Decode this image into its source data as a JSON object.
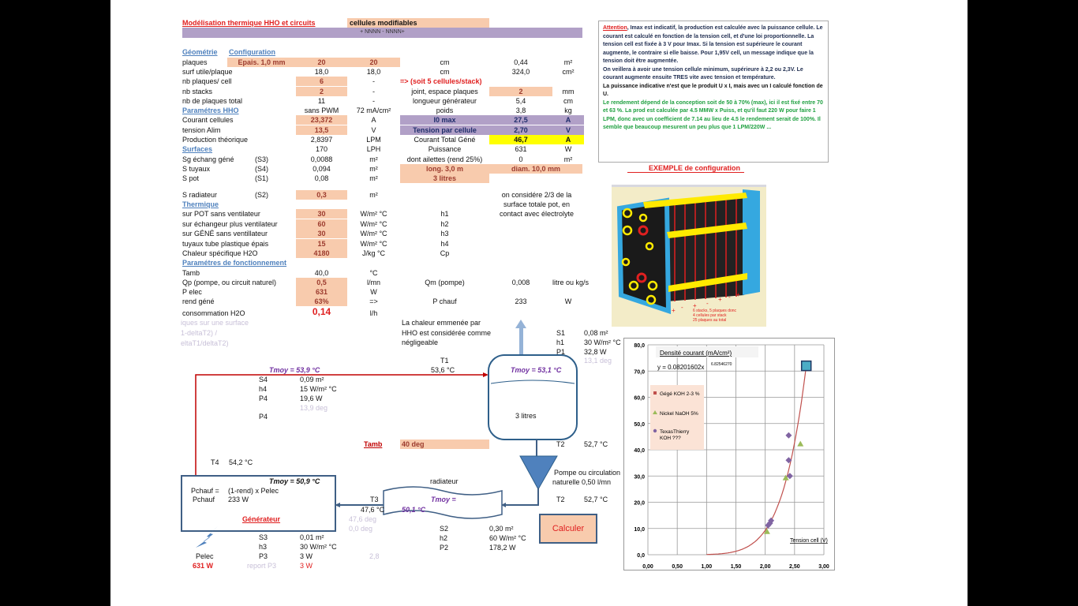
{
  "header": {
    "title": "Modélisation thermique HHO et circuits",
    "modifiable": "cellules modifiables",
    "bar": "+ NNNN - NNNN+",
    "geometry": "Géométrie",
    "configuration": "Configuration"
  },
  "table": {
    "rows": [
      [
        "plaques",
        "Epais. 1,0 mm",
        "20",
        "20",
        "cm",
        "0,44",
        "m²"
      ],
      [
        "surf utile/plaque",
        "",
        "18,0",
        "18,0",
        "cm",
        "324,0",
        "cm²"
      ],
      [
        "nb plaques/ cell",
        "",
        "6",
        "-",
        "=> (soit 5 cellules/stack)",
        "",
        ""
      ],
      [
        "nb stacks",
        "",
        "2",
        "-",
        "joint, espace plaques",
        "2",
        "mm"
      ],
      [
        "nb de plaques total",
        "",
        "11",
        "-",
        "longueur générateur",
        "5,4",
        "cm"
      ],
      [
        "Paramétres HHO",
        "",
        "sans PWM",
        "72 mA/cm²",
        "poids",
        "3,8",
        "kg"
      ],
      [
        "Courant cellules",
        "",
        "23,372",
        "A",
        "I0 max",
        "27,5",
        "A"
      ],
      [
        "tension Alim",
        "",
        "13,5",
        "V",
        "Tension par cellule",
        "2,70",
        "V"
      ],
      [
        "Production théorique",
        "",
        "2,8397",
        "LPM",
        "Courant Total Géné",
        "46,7",
        "A"
      ],
      [
        "Surfaces",
        "",
        "170",
        "LPH",
        "Puissance",
        "631",
        "W"
      ],
      [
        "Sg échang géné",
        "(S3)",
        "0,0088",
        "m²",
        "dont ailettes (rend 25%)",
        "0",
        "m²"
      ],
      [
        "S tuyaux",
        "(S4)",
        "0,094",
        "m²",
        "long. 3,0 m",
        "diam. 10,0 mm",
        ""
      ],
      [
        "S pot",
        "(S1)",
        "0,08",
        "m²",
        "3 litres",
        "",
        ""
      ],
      [
        "S radiateur",
        "(S2)",
        "0,3",
        "m²",
        "",
        "",
        ""
      ],
      [
        "Thermique",
        "",
        "",
        "",
        "",
        "",
        ""
      ],
      [
        "sur POT sans ventilateur",
        "",
        "30",
        "W/m² °C",
        "h1",
        "",
        ""
      ],
      [
        "sur échangeur plus ventilateur",
        "",
        "60",
        "W/m² °C",
        "h2",
        "",
        ""
      ],
      [
        "sur GÉNÉ sans ventillateur",
        "",
        "30",
        "W/m² °C",
        "h3",
        "",
        ""
      ],
      [
        "tuyaux tube plastique épais",
        "",
        "15",
        "W/m² °C",
        "h4",
        "",
        ""
      ],
      [
        "Chaleur spécifique H2O",
        "",
        "4180",
        "J/kg  °C",
        "Cp",
        "",
        ""
      ],
      [
        "Paramétres de fonctionnement",
        "",
        "",
        "",
        "",
        "",
        ""
      ],
      [
        "Tamb",
        "",
        "40,0",
        "°C",
        "",
        "",
        ""
      ],
      [
        "Qp (pompe, ou circuit naturel)",
        "",
        "0,5",
        "l/mn",
        "Qm (pompe)",
        "0,008",
        "litre ou kg/s"
      ],
      [
        "P elec",
        "",
        "631",
        "W",
        "",
        "",
        ""
      ],
      [
        "rend géné",
        "",
        "63%",
        "=>",
        "P chauf",
        "233",
        "W"
      ],
      [
        "consommation H2O",
        "",
        "0,14",
        "l/h",
        "",
        "",
        ""
      ]
    ]
  },
  "surface_note": [
    "on considére 2/3 de la",
    "surface totale pot, en",
    "contact avec électrolyte"
  ],
  "faded": [
    "iques sur une surface",
    "1-deltaT2) /",
    "eltaT1/deltaT2)"
  ],
  "note": {
    "attention": "Attention",
    "p1": ", Imax est indicatif, la production est calculée avec la puissance cellule. Le courant est calculé en fonction de la tension cell, et d'une loi proportionnelle. La tension cell est fixée à 3 V pour Imax. Si la tension est supérieure le courant augmente, le contraire si elle baisse. Pour 1,95V cell, un message indique que la tension doit être augmentée.",
    "p2": "On veillera à avoir une tension cellule minimum, supérieure à 2,2 ou 2,3V. Le courant augmente ensuite TRES vite avec tension et température.",
    "p3": "La puissance indicative n'est que le produit U x I, mais avec un I calculé fonction de U.",
    "p4": "Le rendement dépend de la conception soit de 50 à 70% (max), ici il est fixé entre 70 et 63 %. La prod est calculée par 4.5 MMW x Puiss, et qu'il faut 220 W pour faire 1 LPM, donc avec un coefficient de 7.14 au lieu de 4.5 le rendement serait de 100%. Il semble que beaucoup mesurent un peu plus que 1 LPM/220W ..."
  },
  "example": {
    "title": "EXEMPLE de configuration",
    "caption": [
      "6 stacks,  5 plaques donc",
      "4 cellules  par stack",
      "25 plaques au total"
    ],
    "signs": [
      "+",
      "-",
      "+",
      "-",
      "+",
      "-",
      "+"
    ]
  },
  "diagram": {
    "hho": [
      "La chaleur emmenée par",
      "HHO est considérée comme",
      "négligeable"
    ],
    "s1": "S1",
    "s1v": "0,08 m²",
    "h1": "h1",
    "h1v": "30 W/m² °C",
    "p1": "P1",
    "p1v": "32,8 W",
    "p1deg": "13,1 deg",
    "t1": "T1",
    "t1v": "53,6  °C",
    "tmoy_pipe": "Tmoy =  53,9  °C",
    "s4": "S4",
    "s4v": "0,09 m²",
    "h4": "h4",
    "h4v": "15 W/m² °C",
    "p4": "P4",
    "p4v": "19,6 W",
    "p4deg": "13,9 deg",
    "p4b": "P4",
    "tank_tmoy": "Tmoy =  53,1  °C",
    "tank_vol": "3 litres",
    "tamb": "Tamb",
    "tamb_v": "40 deg",
    "t2": "T2",
    "t2v": "52,7  °C",
    "pump1": "Pompe ou circulation",
    "pump2": "naturelle    0,50 l/mn",
    "t2b": "T2",
    "t2bv": "52,7  °C",
    "rad": "radiateur",
    "rad_tmoy": "Tmoy =",
    "rad_tmoy_v": "50,1  °C",
    "t3": "T3",
    "t3v": "47,6  °C",
    "t3deg": "47,6 deg",
    "t3deg2": "0,0 deg",
    "gen_tmoy": "Tmoy =  50,9  °C",
    "pchauf_eq": "Pchauf =",
    "pchauf_formula": "(1-rend) x Pelec",
    "pchauf": "Pchauf",
    "pchauf_v": "233 W",
    "gen": "Générateur",
    "t4": "T4",
    "t4v": "54,2  °C",
    "s3": "S3",
    "s3v": "0,01 m²",
    "h3": "h3",
    "h3v": "30 W/m² °C",
    "p3": "P3",
    "p3v": "3 W",
    "p3x": "2,8",
    "pelec": "Pelec",
    "pelec_v": "631 W",
    "report": "report P3",
    "report_v": "3 W",
    "s2": "S2",
    "s2v": "0,30 m²",
    "h2": "h2",
    "h2v": "60 W/m² °C",
    "p2": "P2",
    "p2v": "178,2 W",
    "calc": "Calculer"
  },
  "chart_data": {
    "type": "scatter",
    "title": "Densité courant (mA/cm²)",
    "equation": "y = 0.08201602x",
    "exponent": "6.82546270",
    "xlabel": "Tension cell (V)",
    "xlim": [
      0,
      3
    ],
    "ylim": [
      0,
      80
    ],
    "xticks": [
      "0,00",
      "0,50",
      "1,00",
      "1,50",
      "2,00",
      "2,50",
      "3,00"
    ],
    "yticks": [
      "0,0",
      "10,0",
      "20,0",
      "30,0",
      "40,0",
      "50,0",
      "60,0",
      "70,0",
      "80,0"
    ],
    "legend_position": "left",
    "series": [
      {
        "name": "Gégé KOH 2-3 %",
        "color": "#c0504d",
        "points": [
          [
            2.7,
            72
          ]
        ]
      },
      {
        "name": "Nickel NaOH 5%",
        "color": "#9bbb59",
        "points": [
          [
            2.6,
            42.2
          ],
          [
            2.35,
            29.3
          ],
          [
            2.03,
            8.8
          ]
        ]
      },
      {
        "name": "TexasThierry KOH ???",
        "color": "#8064a2",
        "points": [
          [
            2.4,
            45.5
          ],
          [
            2.4,
            36
          ],
          [
            2.42,
            30
          ],
          [
            2.05,
            11.2
          ],
          [
            2.08,
            12
          ],
          [
            2.1,
            13
          ]
        ]
      }
    ],
    "fit": {
      "a": 0.08201602,
      "b": 6.8254627,
      "from": 1.0,
      "to": 2.7,
      "color": "#c0504d"
    }
  }
}
